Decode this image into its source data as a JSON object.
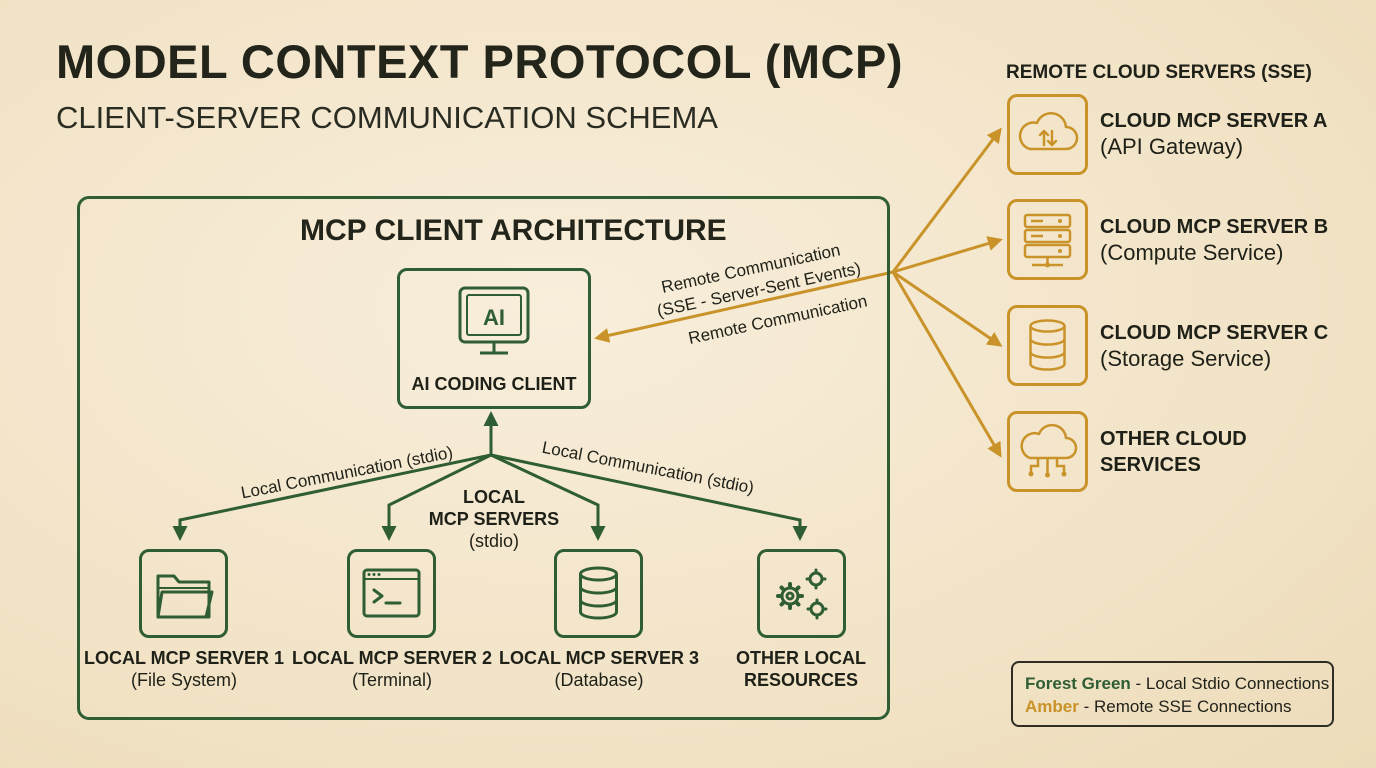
{
  "header": {
    "title": "MODEL CONTEXT PROTOCOL (MCP)",
    "subtitle": "CLIENT-SERVER COMMUNICATION SCHEMA"
  },
  "client": {
    "heading": "MCP CLIENT ARCHITECTURE",
    "ai_badge": "AI",
    "ai_label": "AI CODING CLIENT"
  },
  "local_group": {
    "line1": "LOCAL",
    "line2": "MCP SERVERS",
    "line3": "(stdio)"
  },
  "local_servers": [
    {
      "name": "LOCAL MCP SERVER 1",
      "detail": "(File System)",
      "icon": "folder-icon"
    },
    {
      "name": "LOCAL MCP SERVER 2",
      "detail": "(Terminal)",
      "icon": "terminal-icon"
    },
    {
      "name": "LOCAL MCP SERVER 3",
      "detail": "(Database)",
      "icon": "database-icon"
    },
    {
      "name": "OTHER LOCAL",
      "detail": "RESOURCES",
      "icon": "gears-icon"
    }
  ],
  "remote": {
    "heading": "REMOTE CLOUD SERVERS (SSE)",
    "servers": [
      {
        "name": "CLOUD MCP SERVER A",
        "detail": "(API Gateway)",
        "icon": "cloud-sync-icon"
      },
      {
        "name": "CLOUD MCP SERVER B",
        "detail": "(Compute Service)",
        "icon": "server-rack-icon"
      },
      {
        "name": "CLOUD MCP SERVER C",
        "detail": "(Storage Service)",
        "icon": "storage-icon"
      },
      {
        "name": "OTHER CLOUD",
        "detail": "SERVICES",
        "icon": "cloud-network-icon"
      }
    ]
  },
  "connections": {
    "local_left": "Local Communication (stdio)",
    "local_right": "Local Communication (stdio)",
    "remote_line1": "Remote Communication",
    "remote_line2": "(SSE - Server-Sent Events)",
    "remote_return": "Remote Communication"
  },
  "legend": {
    "green_term": "Forest Green",
    "green_desc": " - Local Stdio Connections",
    "amber_term": "Amber",
    "amber_desc": " - Remote SSE Connections"
  },
  "colors": {
    "forest_green": "#2f5d34",
    "amber": "#c99329",
    "background": "#f3e6cc"
  }
}
